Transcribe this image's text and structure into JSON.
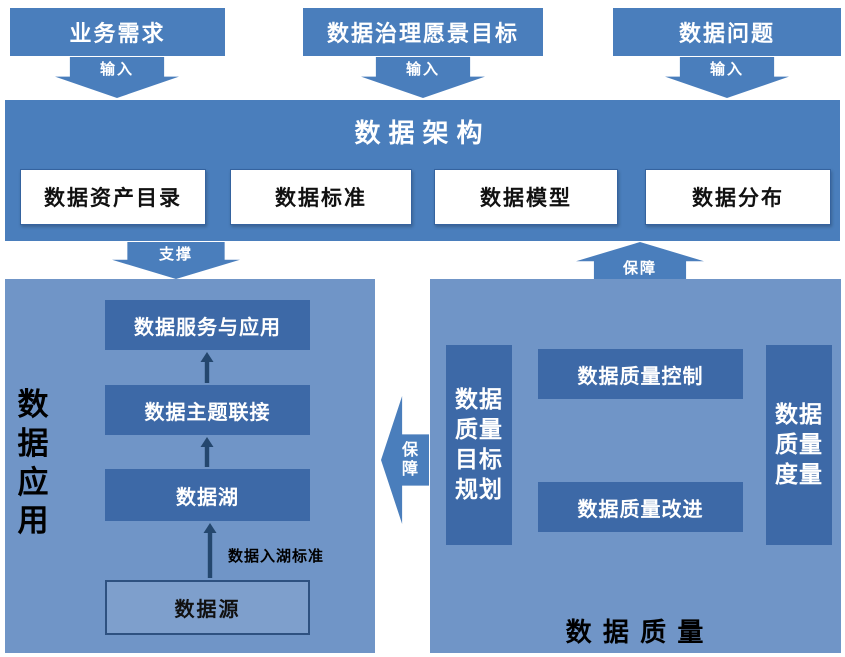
{
  "colors": {
    "primary_blue": "#4a7ebc",
    "container_blue": "#7095c7",
    "inner_blue": "#3d69a7",
    "thin_arrow_blue": "#24476e",
    "text_dark": "#111111"
  },
  "top_row": {
    "boxes": [
      {
        "label": "业务需求"
      },
      {
        "label": "数据治理愿景目标"
      },
      {
        "label": "数据问题"
      }
    ],
    "arrow_label": "输入"
  },
  "architecture": {
    "title": "数据架构",
    "items": [
      "数据资产目录",
      "数据标准",
      "数据模型",
      "数据分布"
    ]
  },
  "connectors": {
    "support_label": "支撑",
    "assurance_up_label": "保障",
    "assurance_left_label": "保\n障"
  },
  "application": {
    "title": "数\n据\n应\n用",
    "stack": [
      "数据服务与应用",
      "数据主题联接",
      "数据湖"
    ],
    "source_label": "数据源",
    "lake_standard_label": "数据入湖标准"
  },
  "quality": {
    "title": "数 据 质 量",
    "planning_label": "数据\n质量\n目标\n规划",
    "measurement_label": "数据\n质量\n度量",
    "control_label": "数据质量控制",
    "improvement_label": "数据质量改进"
  }
}
